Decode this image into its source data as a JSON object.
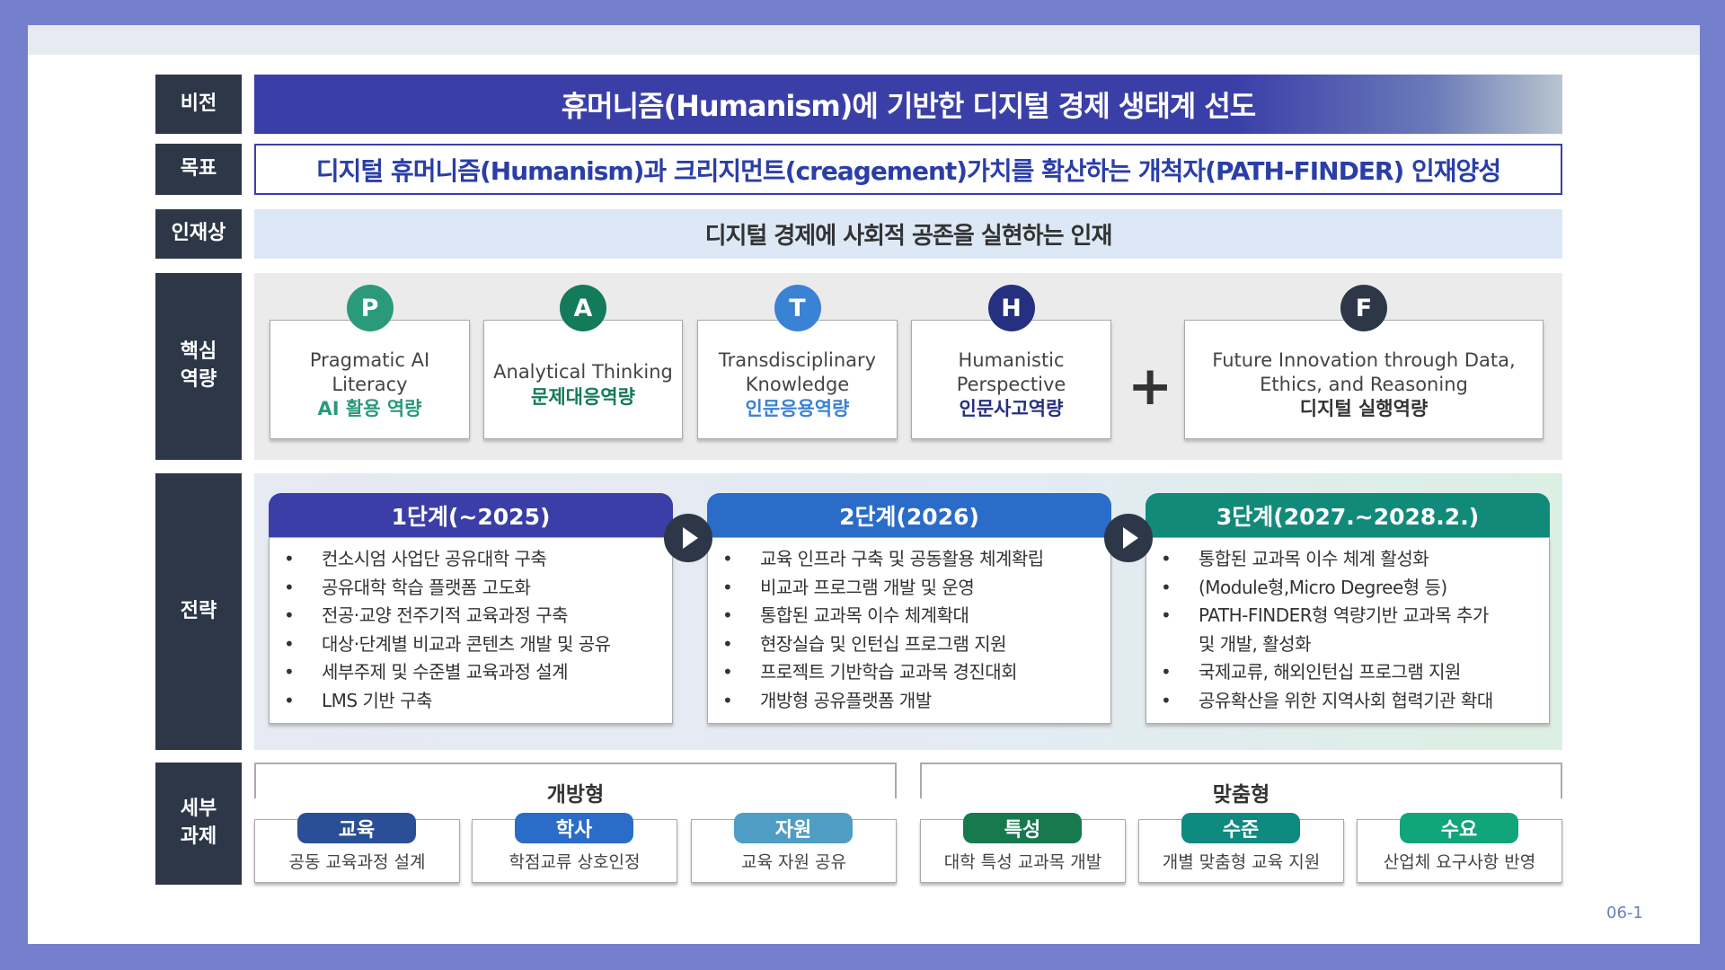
{
  "labels": {
    "vision": "비전",
    "goal": "목표",
    "talent": "인재상",
    "competency": "핵심\n역량",
    "strategy": "전략",
    "tasks": "세부\n과제"
  },
  "vision": "휴머니즘(Humanism)에 기반한 디지털 경제 생태계 선도",
  "goal": "디지털 휴머니즘(Humanism)과 크리지먼트(creagement)가치를 확산하는 개척자(PATH-FINDER) 인재양성",
  "talent": "디지털 경제에 사회적 공존을 실현하는 인재",
  "competencies": [
    {
      "letter": "P",
      "color": "#2a9a7a",
      "lines": [
        "Pragmatic AI",
        "Literacy"
      ],
      "ko": "AI 활용 역량"
    },
    {
      "letter": "A",
      "color": "#137a5a",
      "lines": [
        "Analytical Thinking"
      ],
      "ko": "문제대응역량"
    },
    {
      "letter": "T",
      "color": "#3a82d4",
      "lines": [
        "Transdisciplinary",
        "Knowledge"
      ],
      "ko": "인문응용역량"
    },
    {
      "letter": "H",
      "color": "#263080",
      "lines": [
        "Humanistic",
        "Perspective"
      ],
      "ko": "인문사고역량"
    },
    {
      "letter": "F",
      "color": "#2d3748",
      "lines": [
        "Future Innovation through Data,",
        "Ethics, and Reasoning"
      ],
      "ko": "디지털 실행역량"
    }
  ],
  "plus": "+",
  "phases": [
    {
      "title": "1단계(~2025)",
      "color": "#3b3ea6",
      "items": [
        "컨소시엄 사업단 공유대학 구축",
        "공유대학 학습 플랫폼 고도화",
        "전공·교양 전주기적 교육과정 구축",
        "대상·단계별 비교과 콘텐츠 개발 및 공유",
        "세부주제 및 수준별 교육과정 설계",
        "LMS 기반 구축"
      ]
    },
    {
      "title": "2단계(2026)",
      "color": "#2a6cc8",
      "items": [
        "교육 인프라 구축 및 공동활용 체계확립",
        "비교과 프로그램 개발 및 운영",
        "통합된 교과목 이수 체계확대",
        "현장실습 및 인턴십 프로그램 지원",
        "프로젝트 기반학습 교과목 경진대회",
        "개방형 공유플랫폼 개발"
      ]
    },
    {
      "title": "3단계(2027.~2028.2.)",
      "color": "#128a7a",
      "items": [
        "통합된 교과목 이수 체계 활성화",
        "(Module형,Micro Degree형 등)",
        "PATH-FINDER형 역량기반 교과목 추가",
        "및 개발, 활성화",
        "국제교류, 해외인턴십 프로그램 지원",
        "공유확산을 위한 지역사회 협력기관 확대"
      ]
    }
  ],
  "groups": [
    "개방형",
    "맞춤형"
  ],
  "tasks": [
    {
      "tag": "교육",
      "color": "#2a4f96",
      "desc": "공동 교육과정 설계"
    },
    {
      "tag": "학사",
      "color": "#2a6cc8",
      "desc": "학점교류 상호인정"
    },
    {
      "tag": "자원",
      "color": "#4f9dc4",
      "desc": "교육 자원 공유"
    },
    {
      "tag": "특성",
      "color": "#177a4e",
      "desc": "대학 특성 교과목 개발"
    },
    {
      "tag": "수준",
      "color": "#0f8a80",
      "desc": "개별 맞춤형 교육 지원"
    },
    {
      "tag": "수요",
      "color": "#10a57a",
      "desc": "산업체 요구사항 반영"
    }
  ],
  "page_number": "06-1"
}
